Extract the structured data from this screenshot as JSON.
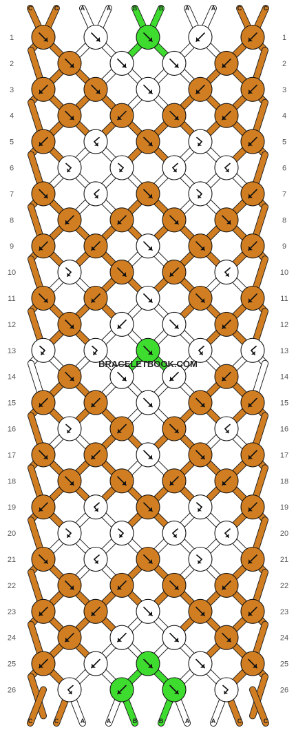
{
  "colors": {
    "C": "#d17e22",
    "A": "#ffffff",
    "B": "#3ddc2f"
  },
  "strands": {
    "top": [
      "C",
      "C",
      "A",
      "A",
      "B",
      "B",
      "A",
      "A",
      "C",
      "C"
    ],
    "bottom": [
      "C",
      "C",
      "A",
      "A",
      "B",
      "B",
      "A",
      "A",
      "C",
      "C"
    ]
  },
  "rows": [
    {
      "n": "1",
      "knots": [
        {
          "c": "C",
          "d": "br"
        },
        {
          "c": "A",
          "d": "br"
        },
        {
          "c": "B",
          "d": "br"
        },
        {
          "c": "A",
          "d": "bl"
        },
        {
          "c": "C",
          "d": "bl"
        }
      ]
    },
    {
      "n": "2",
      "knots": [
        {
          "c": "C",
          "d": "br"
        },
        {
          "c": "A",
          "d": "br"
        },
        {
          "c": "A",
          "d": "br"
        },
        {
          "c": "C",
          "d": "bl"
        }
      ]
    },
    {
      "n": "3",
      "knots": [
        {
          "c": "C",
          "d": "bl"
        },
        {
          "c": "C",
          "d": "br"
        },
        {
          "c": "A",
          "d": "br"
        },
        {
          "c": "C",
          "d": "bl"
        },
        {
          "c": "C",
          "d": "bl"
        }
      ]
    },
    {
      "n": "4",
      "knots": [
        {
          "c": "C",
          "d": "br"
        },
        {
          "c": "C",
          "d": "bl"
        },
        {
          "c": "C",
          "d": "br"
        },
        {
          "c": "C",
          "d": "bl"
        }
      ]
    },
    {
      "n": "5",
      "knots": [
        {
          "c": "C",
          "d": "bl"
        },
        {
          "c": "A",
          "d": "lb"
        },
        {
          "c": "C",
          "d": "br"
        },
        {
          "c": "A",
          "d": "rb"
        },
        {
          "c": "C",
          "d": "bl"
        }
      ]
    },
    {
      "n": "6",
      "knots": [
        {
          "c": "A",
          "d": "rb"
        },
        {
          "c": "A",
          "d": "rb"
        },
        {
          "c": "A",
          "d": "lb"
        },
        {
          "c": "A",
          "d": "lb"
        }
      ]
    },
    {
      "n": "7",
      "knots": [
        {
          "c": "C",
          "d": "br"
        },
        {
          "c": "A",
          "d": "lb"
        },
        {
          "c": "C",
          "d": "br"
        },
        {
          "c": "A",
          "d": "rb"
        },
        {
          "c": "C",
          "d": "bl"
        }
      ]
    },
    {
      "n": "8",
      "knots": [
        {
          "c": "C",
          "d": "bl"
        },
        {
          "c": "C",
          "d": "bl"
        },
        {
          "c": "C",
          "d": "br"
        },
        {
          "c": "C",
          "d": "br"
        }
      ]
    },
    {
      "n": "9",
      "knots": [
        {
          "c": "C",
          "d": "bl"
        },
        {
          "c": "C",
          "d": "bl"
        },
        {
          "c": "A",
          "d": "br"
        },
        {
          "c": "C",
          "d": "br"
        },
        {
          "c": "C",
          "d": "bl"
        }
      ]
    },
    {
      "n": "10",
      "knots": [
        {
          "c": "A",
          "d": "rb"
        },
        {
          "c": "C",
          "d": "br"
        },
        {
          "c": "C",
          "d": "bl"
        },
        {
          "c": "A",
          "d": "lb"
        }
      ]
    },
    {
      "n": "11",
      "knots": [
        {
          "c": "C",
          "d": "br"
        },
        {
          "c": "C",
          "d": "bl"
        },
        {
          "c": "A",
          "d": "br"
        },
        {
          "c": "C",
          "d": "br"
        },
        {
          "c": "C",
          "d": "bl"
        }
      ]
    },
    {
      "n": "12",
      "knots": [
        {
          "c": "C",
          "d": "br"
        },
        {
          "c": "A",
          "d": "bl"
        },
        {
          "c": "A",
          "d": "br"
        },
        {
          "c": "C",
          "d": "bl"
        }
      ]
    },
    {
      "n": "13",
      "knots": [
        {
          "c": "A",
          "d": "rb"
        },
        {
          "c": "A",
          "d": "rb"
        },
        {
          "c": "B",
          "d": "br"
        },
        {
          "c": "A",
          "d": "lb"
        },
        {
          "c": "A",
          "d": "lb"
        }
      ]
    },
    {
      "n": "14",
      "knots": [
        {
          "c": "C",
          "d": "br"
        },
        {
          "c": "A",
          "d": "br"
        },
        {
          "c": "A",
          "d": "bl"
        },
        {
          "c": "C",
          "d": "bl"
        }
      ]
    },
    {
      "n": "15",
      "knots": [
        {
          "c": "C",
          "d": "bl"
        },
        {
          "c": "C",
          "d": "bl"
        },
        {
          "c": "A",
          "d": "br"
        },
        {
          "c": "C",
          "d": "br"
        },
        {
          "c": "C",
          "d": "bl"
        }
      ]
    },
    {
      "n": "16",
      "knots": [
        {
          "c": "A",
          "d": "rb"
        },
        {
          "c": "C",
          "d": "bl"
        },
        {
          "c": "C",
          "d": "br"
        },
        {
          "c": "A",
          "d": "lb"
        }
      ]
    },
    {
      "n": "17",
      "knots": [
        {
          "c": "C",
          "d": "br"
        },
        {
          "c": "C",
          "d": "bl"
        },
        {
          "c": "A",
          "d": "br"
        },
        {
          "c": "C",
          "d": "br"
        },
        {
          "c": "C",
          "d": "bl"
        }
      ]
    },
    {
      "n": "18",
      "knots": [
        {
          "c": "C",
          "d": "br"
        },
        {
          "c": "C",
          "d": "br"
        },
        {
          "c": "C",
          "d": "bl"
        },
        {
          "c": "C",
          "d": "bl"
        }
      ]
    },
    {
      "n": "19",
      "knots": [
        {
          "c": "C",
          "d": "bl"
        },
        {
          "c": "A",
          "d": "lb"
        },
        {
          "c": "C",
          "d": "br"
        },
        {
          "c": "A",
          "d": "rb"
        },
        {
          "c": "C",
          "d": "bl"
        }
      ]
    },
    {
      "n": "20",
      "knots": [
        {
          "c": "A",
          "d": "rb"
        },
        {
          "c": "A",
          "d": "rb"
        },
        {
          "c": "A",
          "d": "lb"
        },
        {
          "c": "A",
          "d": "lb"
        }
      ]
    },
    {
      "n": "21",
      "knots": [
        {
          "c": "C",
          "d": "br"
        },
        {
          "c": "A",
          "d": "lb"
        },
        {
          "c": "C",
          "d": "br"
        },
        {
          "c": "A",
          "d": "rb"
        },
        {
          "c": "C",
          "d": "bl"
        }
      ]
    },
    {
      "n": "22",
      "knots": [
        {
          "c": "C",
          "d": "br"
        },
        {
          "c": "C",
          "d": "bl"
        },
        {
          "c": "C",
          "d": "br"
        },
        {
          "c": "C",
          "d": "bl"
        }
      ]
    },
    {
      "n": "23",
      "knots": [
        {
          "c": "C",
          "d": "bl"
        },
        {
          "c": "C",
          "d": "bl"
        },
        {
          "c": "A",
          "d": "br"
        },
        {
          "c": "C",
          "d": "br"
        },
        {
          "c": "C",
          "d": "bl"
        }
      ]
    },
    {
      "n": "24",
      "knots": [
        {
          "c": "C",
          "d": "bl"
        },
        {
          "c": "A",
          "d": "bl"
        },
        {
          "c": "A",
          "d": "br"
        },
        {
          "c": "C",
          "d": "br"
        }
      ]
    },
    {
      "n": "25",
      "knots": [
        {
          "c": "C",
          "d": "bl"
        },
        {
          "c": "A",
          "d": "bl"
        },
        {
          "c": "B",
          "d": "br"
        },
        {
          "c": "A",
          "d": "br"
        },
        {
          "c": "C",
          "d": "br"
        }
      ]
    },
    {
      "n": "26",
      "knots": [
        {
          "c": "A",
          "d": "lb"
        },
        {
          "c": "B",
          "d": "bl"
        },
        {
          "c": "B",
          "d": "br"
        },
        {
          "c": "A",
          "d": "rb"
        }
      ]
    }
  ],
  "watermark": "BRACELETBOOK.COM"
}
